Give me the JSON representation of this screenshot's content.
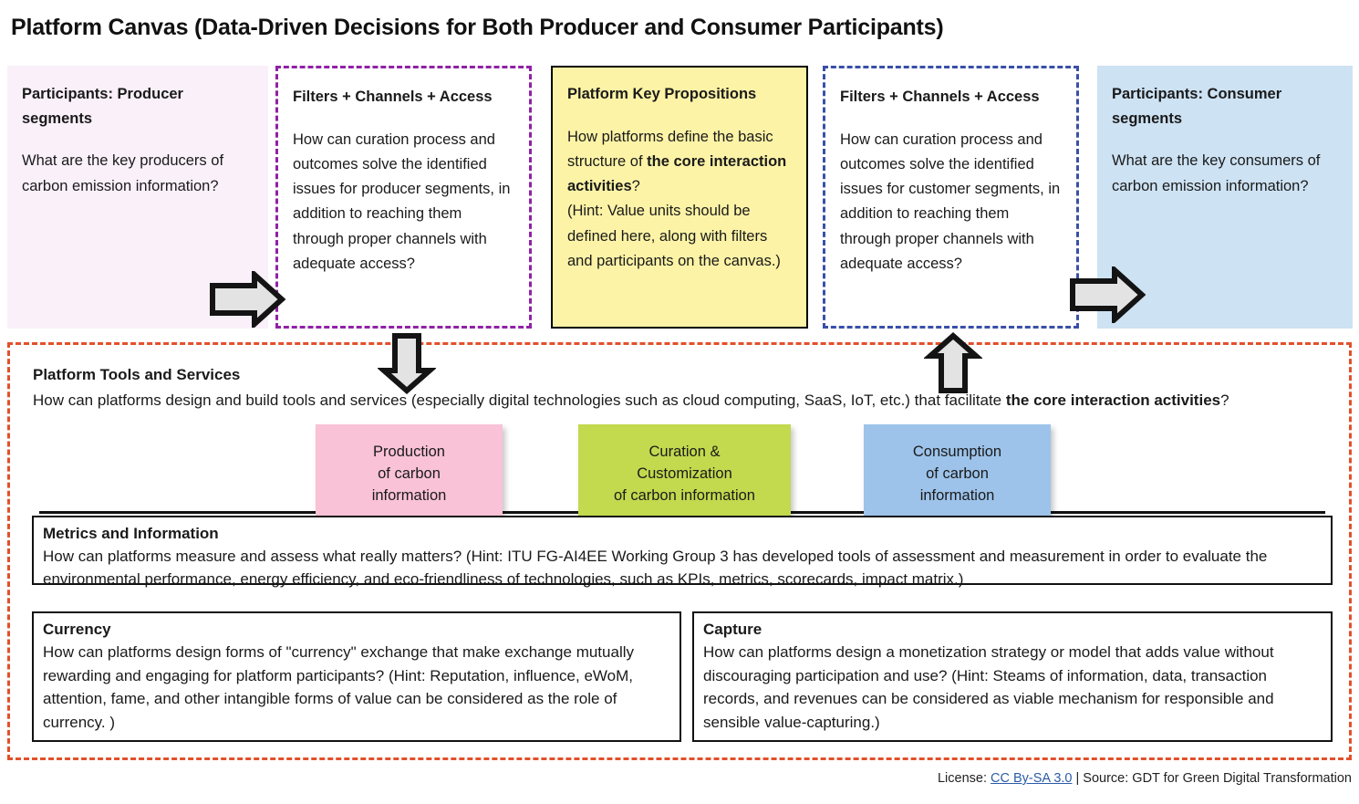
{
  "title": "Platform Canvas (Data-Driven Decisions for Both Producer and Consumer Participants)",
  "top_panels": [
    {
      "id": "producer",
      "heading": "Participants: Producer segments",
      "body": "What are the key producers of carbon emission information?",
      "bg_color": "#F9F0F9",
      "border_style": "none"
    },
    {
      "id": "filters-left",
      "heading": "Filters + Channels + Access",
      "body": "How can curation process and outcomes solve the identified issues for producer segments, in addition to reaching them through proper channels with adequate access?",
      "bg_color": "#FFFFFF",
      "border_style": "dashed",
      "border_color": "#9021A6"
    },
    {
      "id": "key-propositions",
      "heading": "Platform Key Propositions",
      "body_part1": "How platforms define the basic structure of ",
      "body_bold": "the core interaction activities",
      "body_part2": "?",
      "body_hint": "(Hint: Value units should be defined here, along with filters and participants on the canvas.)",
      "bg_color": "#FCF3A6",
      "border_style": "solid",
      "border_color": "#000000"
    },
    {
      "id": "filters-right",
      "heading": "Filters + Channels + Access",
      "body": "How can curation process and outcomes solve the identified issues for customer segments, in addition to reaching them through proper channels with adequate access?",
      "bg_color": "#FFFFFF",
      "border_style": "dashed",
      "border_color": "#3A4FA8"
    },
    {
      "id": "consumer",
      "heading": "Participants: Consumer segments",
      "body": "What are the key consumers of carbon emission information?",
      "bg_color": "#CDE2F3",
      "border_style": "none"
    }
  ],
  "arrows": [
    {
      "name": "arrow-producer-to-filters",
      "direction": "right"
    },
    {
      "name": "arrow-filters-down-to-tools",
      "direction": "down"
    },
    {
      "name": "arrow-tools-up-to-filters",
      "direction": "up"
    },
    {
      "name": "arrow-filters-to-consumer",
      "direction": "right"
    }
  ],
  "platform_tools": {
    "heading": "Platform Tools and Services",
    "body_part1": "How can platforms design and build tools and services (especially digital technologies such as cloud computing, SaaS, IoT, etc.) that facilitate ",
    "body_bold": "the core interaction activities",
    "body_part2": "?",
    "border_color": "#E2502B"
  },
  "sticky_notes": [
    {
      "id": "production",
      "lines": [
        "Production",
        "of carbon",
        "information"
      ],
      "color": "#F9C2D6"
    },
    {
      "id": "curation",
      "lines": [
        "Curation &",
        "Customization",
        "of  carbon information"
      ],
      "color": "#C3D94E"
    },
    {
      "id": "consumption",
      "lines": [
        "Consumption",
        "of carbon",
        "information"
      ],
      "color": "#9DC3EA"
    }
  ],
  "metrics": {
    "heading": "Metrics and Information",
    "body": "How can platforms measure and assess what really matters? (Hint: ITU FG-AI4EE Working Group 3 has developed tools of assessment and measurement in order to evaluate the environmental performance, energy efficiency, and eco-friendliness of technologies, such as KPIs, metrics, scorecards, impact matrix.)"
  },
  "currency": {
    "heading": "Currency",
    "body": "How can platforms design forms of \"currency\" exchange that make exchange mutually rewarding and engaging for platform participants? (Hint: Reputation, influence, eWoM, attention, fame, and other intangible forms of value can be considered as the role of currency. )"
  },
  "capture": {
    "heading": "Capture",
    "body": "How can platforms design a monetization strategy or model that adds value without discouraging participation and use?  (Hint: Steams of information, data, transaction records, and revenues can be considered as viable mechanism for responsible and sensible value-capturing.)"
  },
  "footer": {
    "license_prefix": "License: ",
    "license_link": "CC By-SA 3.0",
    "source_text": " | Source: GDT for Green Digital Transformation"
  }
}
